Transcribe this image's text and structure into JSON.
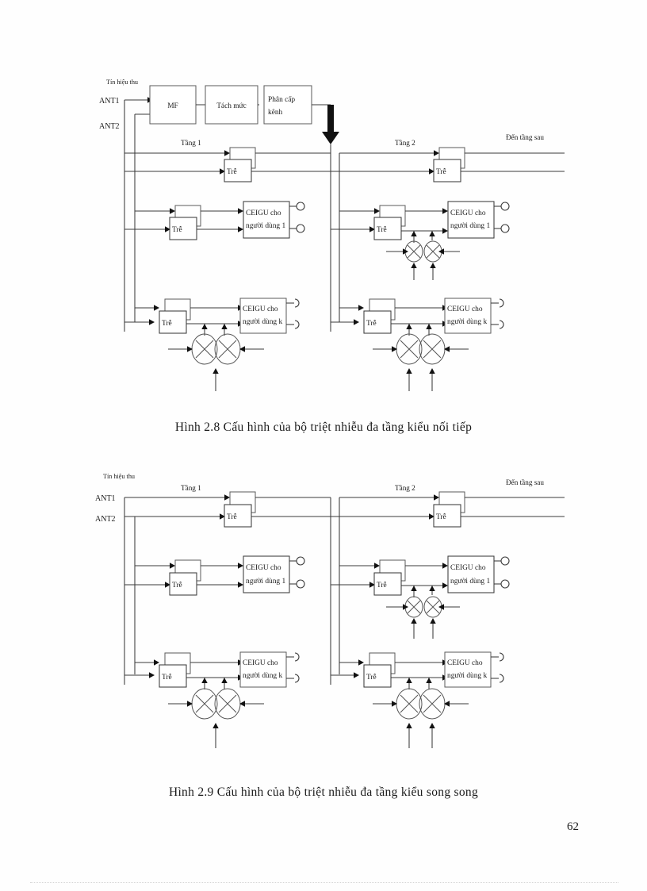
{
  "document": {
    "page_number": "62",
    "language": "vi"
  },
  "figures": [
    {
      "id": "figure-2-8",
      "caption": "Hình 2.8 Cấu hình của bộ triệt nhiễu đa tầng kiểu nối tiếp",
      "labels": {
        "input_signal": "Tín hiệu thu",
        "antenna_1": "ANT1",
        "antenna_2": "ANT2",
        "stage_1": "Tầng 1",
        "stage_2": "Tầng 2",
        "to_next_stage": "Đến tầng sau"
      },
      "processing_blocks": [
        {
          "name": "matched-filter",
          "label": "MF"
        },
        {
          "name": "level-detector",
          "label": "Tách mức"
        },
        {
          "name": "channel-classifier",
          "label": "Phân cấp kênh"
        }
      ],
      "delay_block_label": "Trễ",
      "ceigu_blocks": [
        {
          "name": "ceigu-user-1",
          "line1": "CEIGU cho",
          "line2": "người dùng 1"
        },
        {
          "name": "ceigu-user-k",
          "line1": "CEIGU cho",
          "line2": "người dùng k"
        }
      ]
    },
    {
      "id": "figure-2-9",
      "caption": "Hình 2.9 Cấu hình của bộ triệt nhiễu đa tầng kiểu song song",
      "labels": {
        "input_signal": "Tín hiệu thu",
        "antenna_1": "ANT1",
        "antenna_2": "ANT2",
        "stage_1": "Tầng 1",
        "stage_2": "Tầng 2",
        "to_next_stage": "Đến tầng sau"
      },
      "delay_block_label": "Trễ",
      "ceigu_blocks": [
        {
          "name": "ceigu-user-1",
          "line1": "CEIGU cho",
          "line2": "người dùng 1"
        },
        {
          "name": "ceigu-user-k",
          "line1": "CEIGU cho",
          "line2": "người dùng k"
        }
      ]
    }
  ],
  "colors": {
    "ink": "#1b1b1b",
    "wire": "#3a3a3a",
    "paper": "#fefefe"
  }
}
